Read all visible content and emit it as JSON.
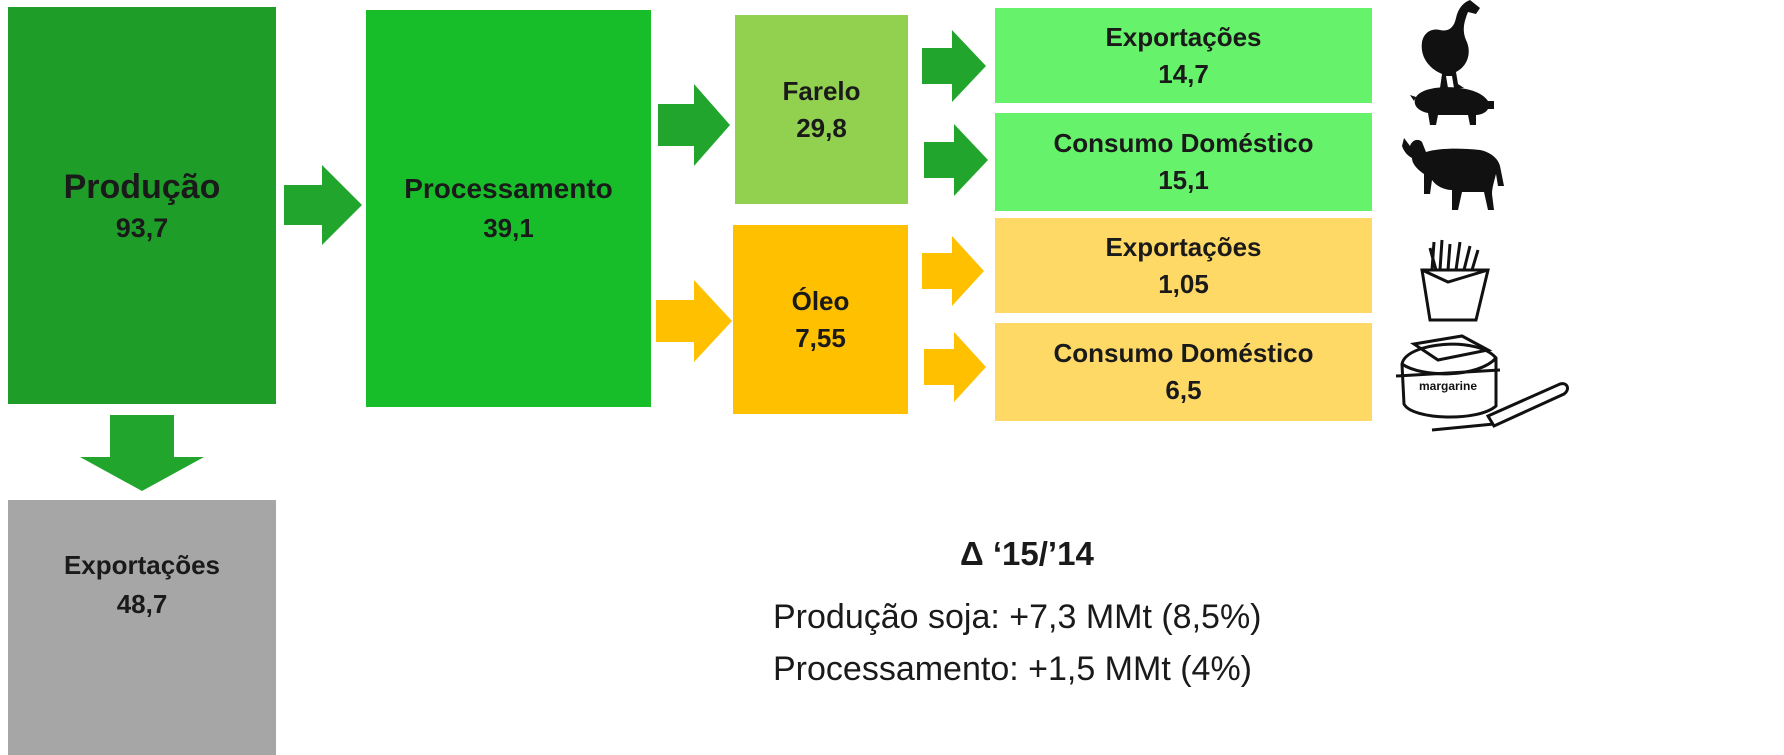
{
  "colors": {
    "dark_green": "#1E9E28",
    "mid_green": "#18BE2A",
    "light_olive": "#92D050",
    "bright_green": "#66F26A",
    "orange": "#FFC000",
    "light_yellow": "#FFD966",
    "gray": "#A6A6A6",
    "arrow_green": "#22A52C",
    "arrow_yellow": "#FFC000"
  },
  "producao": {
    "label": "Produção",
    "value": "93,7"
  },
  "processamento": {
    "label": "Processamento",
    "value": "39,1"
  },
  "farelo": {
    "label": "Farelo",
    "value": "29,8"
  },
  "oleo": {
    "label": "Óleo",
    "value": "7,55"
  },
  "farelo_exportacoes": {
    "label": "Exportações",
    "value": "14,7"
  },
  "farelo_consumo": {
    "label": "Consumo Doméstico",
    "value": "15,1"
  },
  "oleo_exportacoes": {
    "label": "Exportações",
    "value": "1,05"
  },
  "oleo_consumo": {
    "label": "Consumo Doméstico",
    "value": "6,5"
  },
  "exportacoes_graos": {
    "label": "Exportações",
    "value": "48,7"
  },
  "delta": {
    "title": "Δ ‘15/’14",
    "lines": [
      "Produção soja: +7,3 MMt (8,5%)",
      "Processamento: +1,5 MMt (4%)"
    ]
  },
  "icons": [
    "chicken-icon",
    "pig-icon",
    "cow-icon",
    "fries-icon",
    "margarine-icon"
  ],
  "margarine_label": "margarine"
}
